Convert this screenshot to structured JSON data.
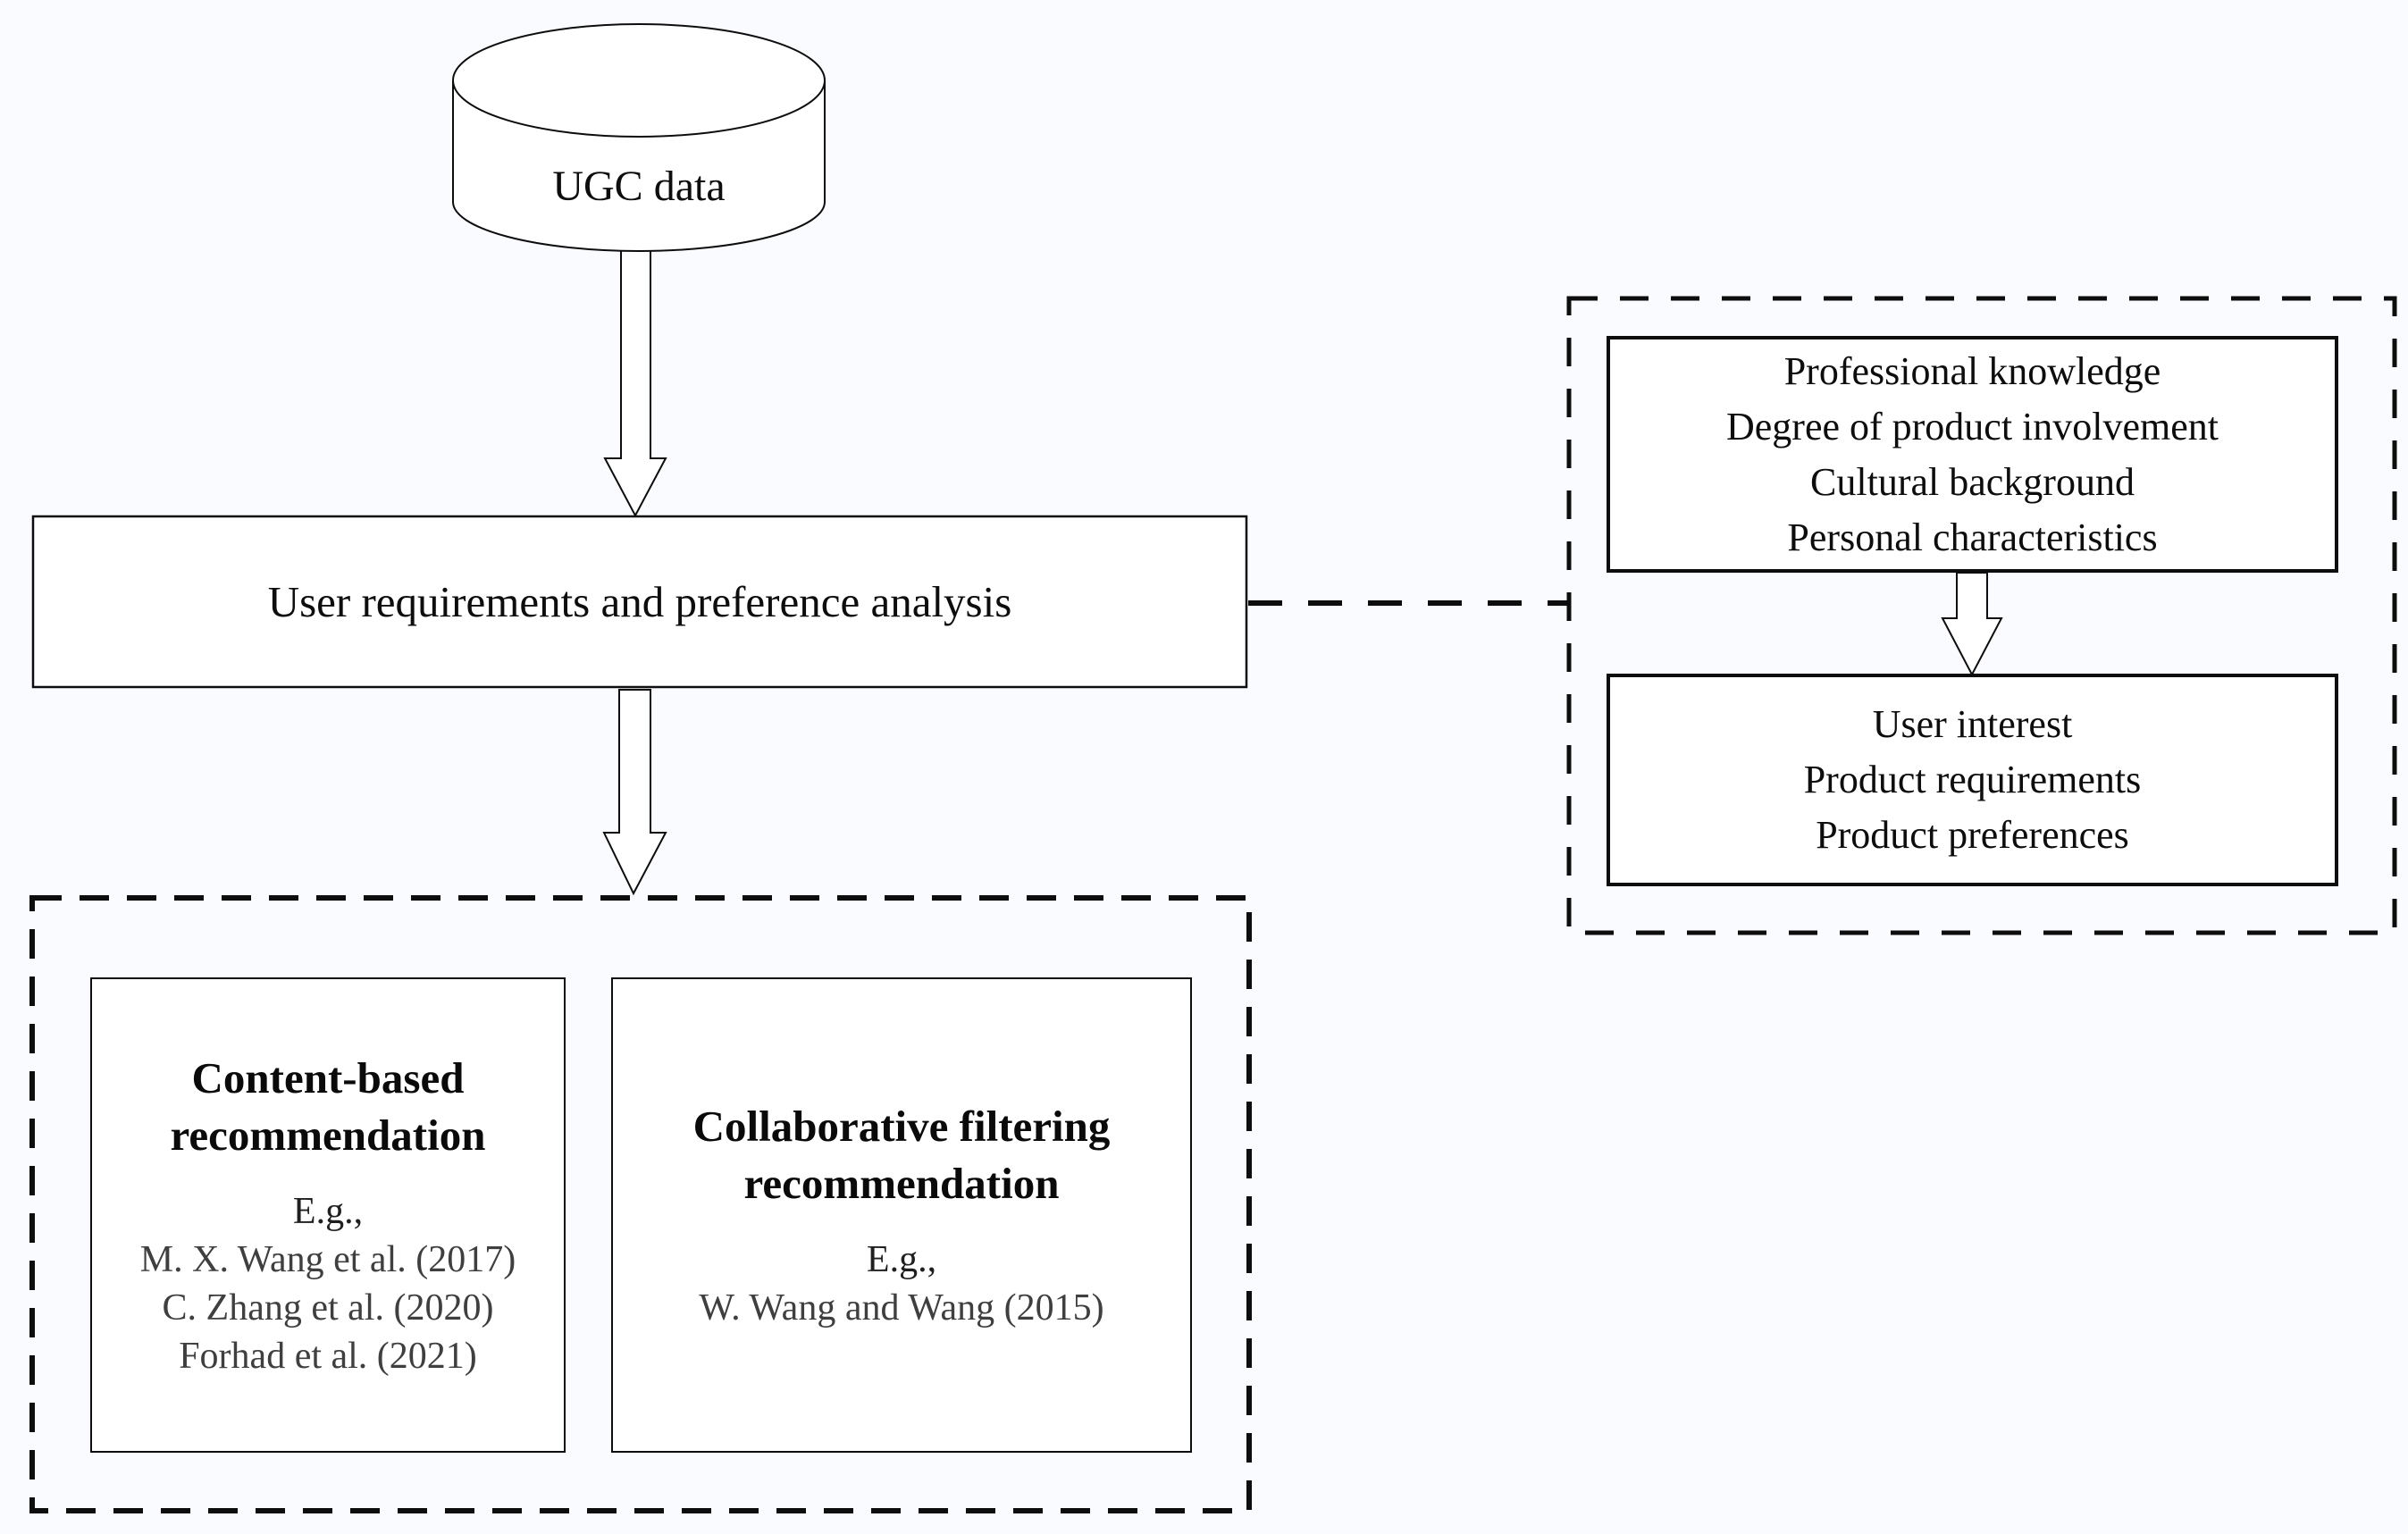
{
  "colors": {
    "background": "#fafbfe",
    "stroke": "#0d0d0d",
    "box_fill": "#ffffff",
    "muted_text": "#3f3f3f"
  },
  "nodes": {
    "ugc": {
      "label": "UGC data"
    },
    "analysis": {
      "label": "User requirements and preference analysis"
    },
    "factors": {
      "lines": [
        "Professional knowledge",
        "Degree of product involvement",
        "Cultural background",
        "Personal characteristics"
      ]
    },
    "outcomes": {
      "lines": [
        "User interest",
        "Product requirements",
        "Product preferences"
      ]
    },
    "content_based": {
      "title_line1": "Content-based",
      "title_line2": "recommendation",
      "eg": "E.g.,",
      "citations": [
        "M. X. Wang et al. (2017)",
        "C. Zhang et al. (2020)",
        "Forhad et al. (2021)"
      ]
    },
    "collaborative": {
      "title_line1": "Collaborative filtering",
      "title_line2": "recommendation",
      "eg": "E.g.,",
      "citations": [
        "W. Wang and Wang (2015)"
      ]
    }
  }
}
